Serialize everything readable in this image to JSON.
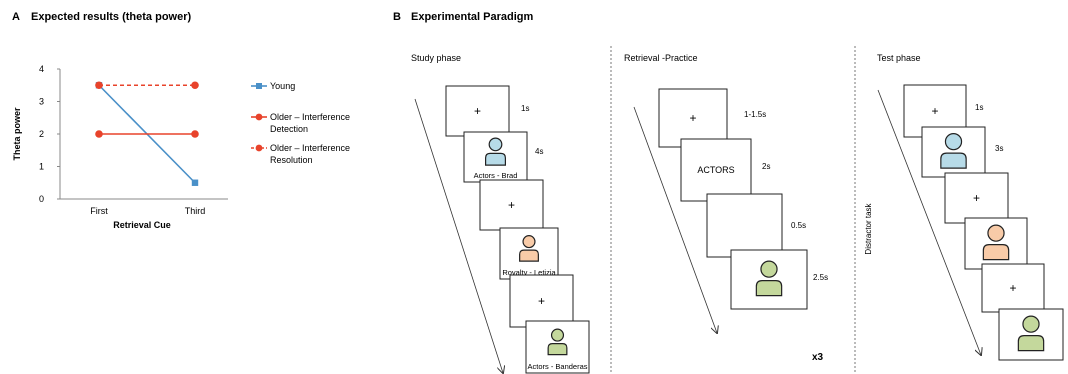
{
  "panel_a": {
    "letter": "A",
    "title": "Expected results (theta power)",
    "chart_data": {
      "type": "line",
      "title": "",
      "xlabel": "Retrieval Cue",
      "ylabel": "Theta power",
      "categories": [
        "First",
        "Third"
      ],
      "ylim": [
        0,
        4
      ],
      "yticks": [
        "0",
        "1",
        "2",
        "3",
        "4"
      ],
      "grid": false,
      "legend_position": "right",
      "series": [
        {
          "name": "Young",
          "values": [
            3.5,
            0.5
          ],
          "color": "#4a90c8",
          "marker": "square",
          "dash": "solid"
        },
        {
          "name": "Older – Interference Detection",
          "values": [
            2.0,
            2.0
          ],
          "color": "#e8432b",
          "marker": "circle",
          "dash": "solid"
        },
        {
          "name": "Older – Interference Resolution",
          "values": [
            3.5,
            3.5
          ],
          "color": "#e8432b",
          "marker": "circle",
          "dash": "dashed"
        }
      ],
      "legend_lines": [
        [
          "Young"
        ],
        [
          "Older – Interference",
          "Detection"
        ],
        [
          "Older – Interference",
          "Resolution"
        ]
      ]
    }
  },
  "panel_b": {
    "letter": "B",
    "title": "Experimental Paradigm",
    "colors": {
      "blue": "#b7dbe8",
      "peach": "#f8cba8",
      "green": "#c4d89c"
    },
    "study": {
      "title": "Study phase",
      "frames": [
        {
          "kind": "fixation",
          "label": "+",
          "duration": "1s"
        },
        {
          "kind": "face",
          "color": "blue",
          "caption": "Actors - Brad",
          "duration": "4s"
        },
        {
          "kind": "fixation",
          "label": "+",
          "duration": ""
        },
        {
          "kind": "face",
          "color": "peach",
          "caption": "Royalty - Letizia",
          "duration": ""
        },
        {
          "kind": "fixation",
          "label": "+",
          "duration": ""
        },
        {
          "kind": "face",
          "color": "green",
          "caption": "Actors - Banderas",
          "duration": ""
        }
      ]
    },
    "retrieval": {
      "title": "Retrieval -Practice",
      "frames": [
        {
          "kind": "fixation",
          "label": "+",
          "duration": "1-1.5s"
        },
        {
          "kind": "text",
          "label": "ACTORS",
          "duration": "2s"
        },
        {
          "kind": "blank",
          "label": "",
          "duration": "0.5s"
        },
        {
          "kind": "face",
          "color": "green",
          "duration": "2.5s"
        }
      ],
      "repeat": "x3"
    },
    "test": {
      "title": "Test phase",
      "distractor": "Distractor task",
      "frames": [
        {
          "kind": "fixation",
          "label": "+",
          "duration": "1s"
        },
        {
          "kind": "face",
          "color": "blue",
          "duration": "3s"
        },
        {
          "kind": "fixation",
          "label": "+",
          "duration": ""
        },
        {
          "kind": "face",
          "color": "peach",
          "duration": ""
        },
        {
          "kind": "fixation",
          "label": "+",
          "duration": ""
        },
        {
          "kind": "face",
          "color": "green",
          "duration": ""
        }
      ]
    }
  }
}
